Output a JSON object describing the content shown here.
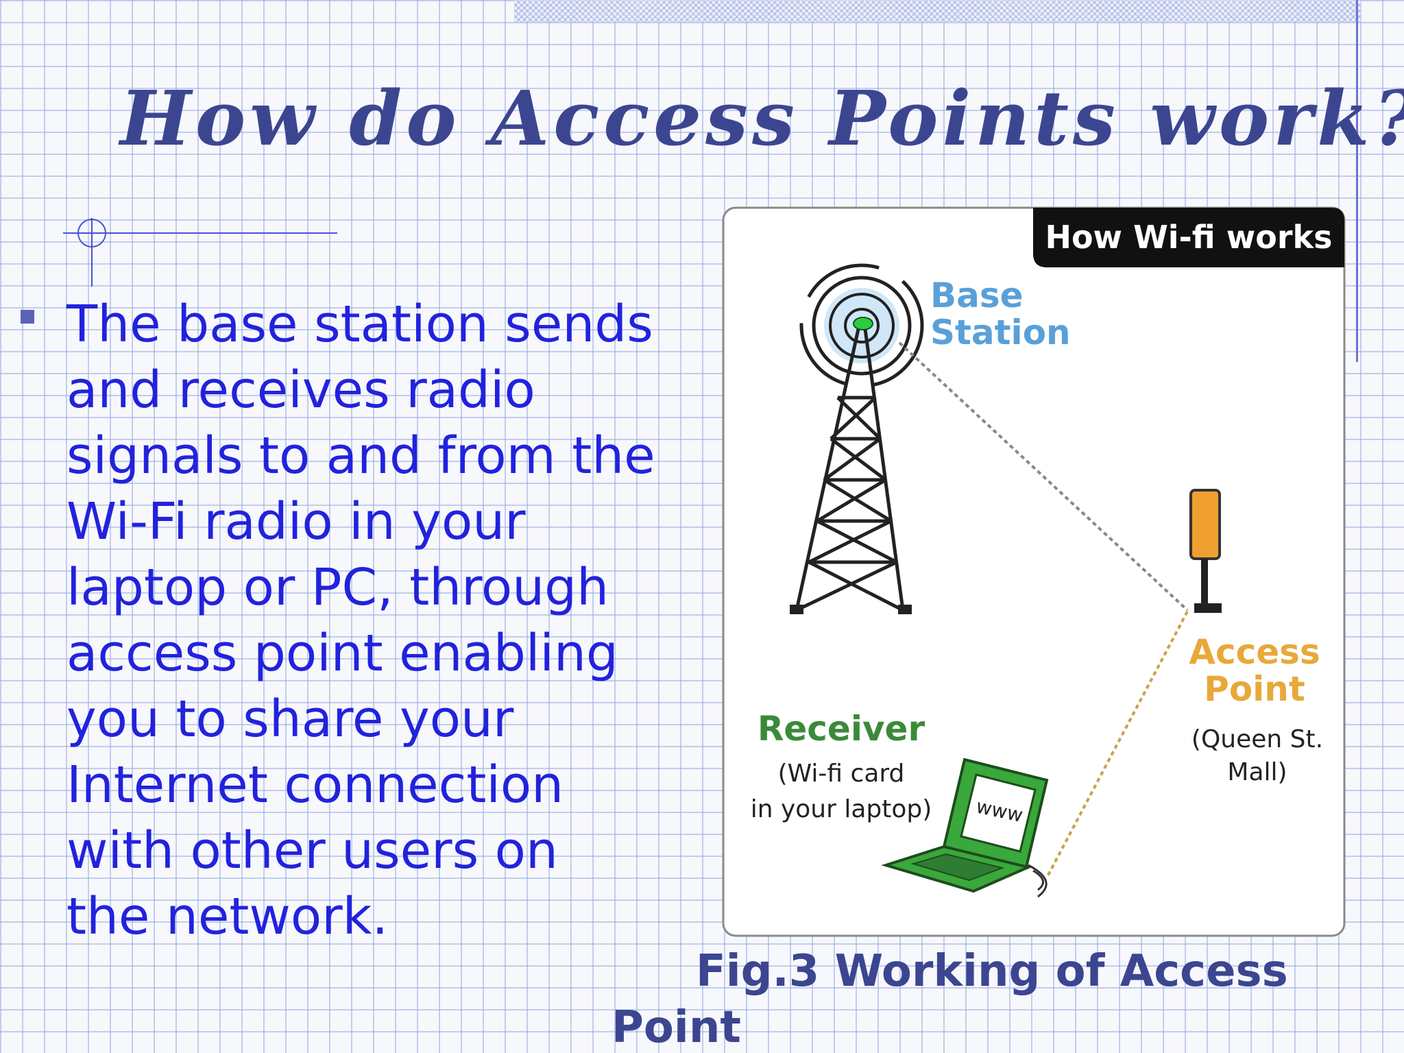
{
  "slide": {
    "title": "How do Access Points work?",
    "bullet": "The base station sends\nand receives radio\nsignals to and from the\nWi-Fi radio in your\nlaptop or PC, through\naccess point enabling\nyou to share your\nInternet connection\nwith other users on\nthe network.",
    "caption_line1": "Fig.3 Working of Access",
    "caption_line2": "Point"
  },
  "figure": {
    "banner": "How Wi-fi works",
    "base_station": [
      "Base",
      "Station"
    ],
    "access_point": [
      "Access",
      "Point"
    ],
    "access_point_note": [
      "(Queen St.",
      "Mall)"
    ],
    "receiver": "Receiver",
    "receiver_note": [
      "(Wi-fi card",
      "in your laptop)"
    ],
    "screen_text": "www"
  },
  "colors": {
    "title": "#3c4690",
    "body_text": "#2222dd",
    "base_station_label": "#5aa0d8",
    "access_point_label": "#e8a83a",
    "receiver_label": "#3a8a3a",
    "laptop": "#3aa83a"
  }
}
